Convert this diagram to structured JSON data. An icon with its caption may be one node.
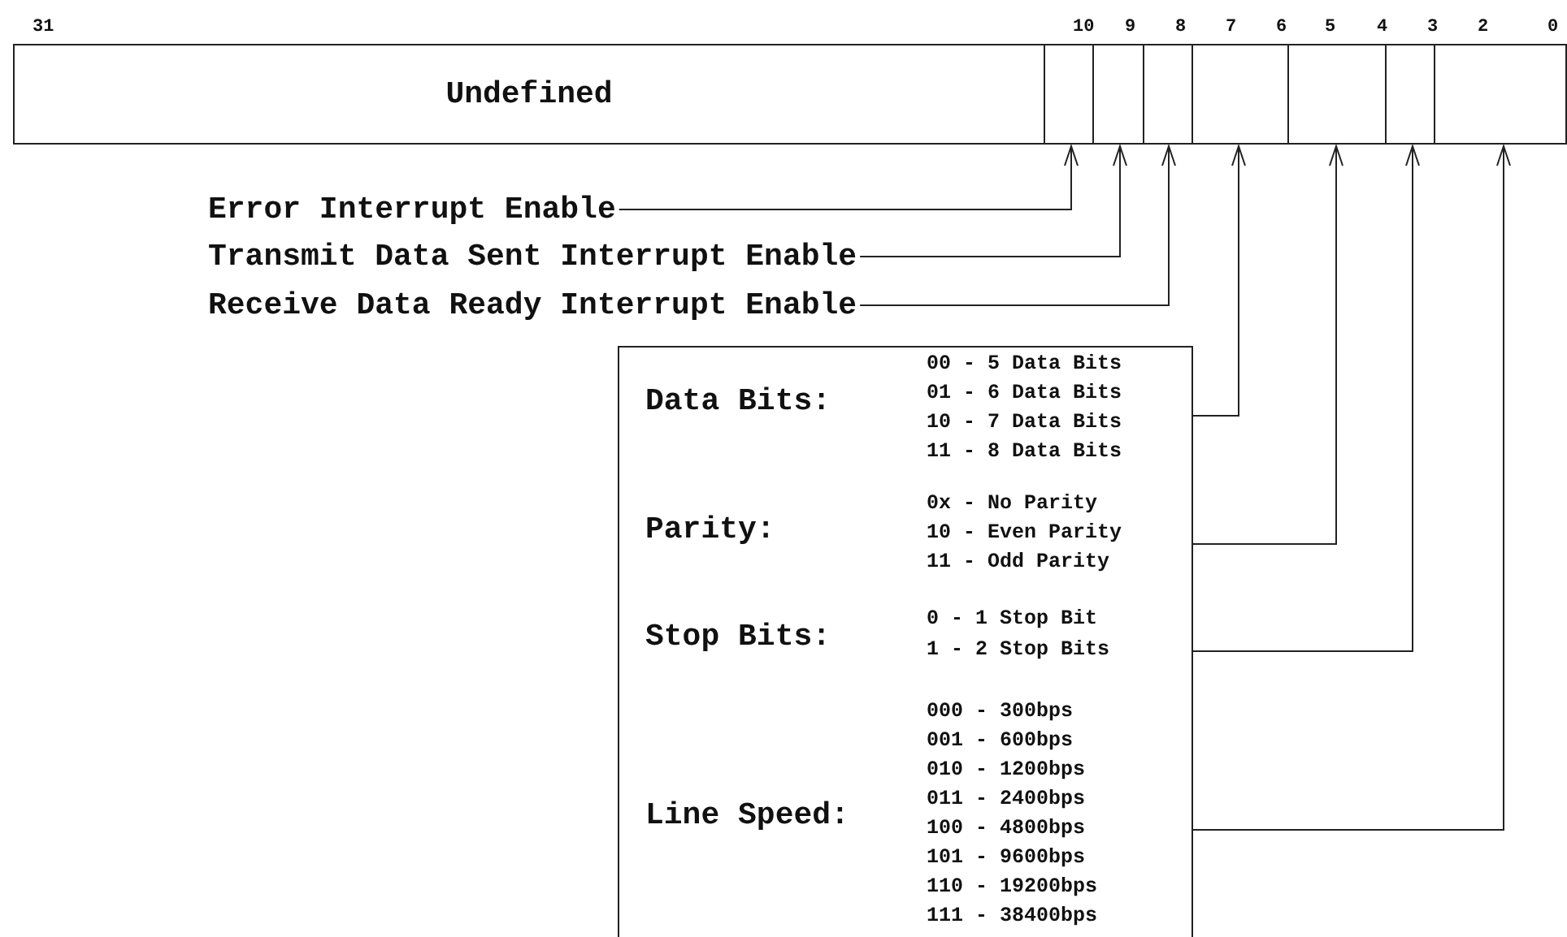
{
  "diagram": {
    "nodes": [
      {
        "text": [
          "Undefined"
        ]
      },
      {
        "text": [],
        "shape": "box"
      },
      {
        "text": [],
        "shape": "box"
      },
      {
        "text": [],
        "shape": "box"
      },
      {
        "text": [],
        "shape": "box"
      },
      {
        "text": [],
        "shape": "box"
      },
      {
        "text": [],
        "shape": "box"
      },
      {
        "text": [],
        "shape": "box"
      },
      {
        "text": [
          "Error Interrupt Enable"
        ]
      },
      {
        "text": [
          "Transmit Data Sent Interrupt Enable"
        ]
      },
      {
        "text": [
          "Receive Data Ready Interrupt Enable"
        ]
      },
      {
        "text": [
          "Data Bits:",
          "00 - 5 Data Bits",
          "01 - 6 Data Bits",
          "10 - 7 Data Bits",
          "11 - 8 Data Bits"
        ]
      },
      {
        "text": [
          "Parity:",
          "0x - No Parity",
          "10 - Even Parity",
          "11 - Odd Parity"
        ]
      },
      {
        "text": [
          "Stop Bits:",
          "0 - 1 Stop Bit",
          "1 - 2 Stop Bits"
        ]
      },
      {
        "text": [
          "Line Speed:",
          "000 - 300bps",
          "001 - 600bps",
          "010 - 1200bps",
          "011 - 2400bps",
          "100 - 4800bps",
          "101 - 9600bps",
          "110 - 19200bps",
          "111 - 38400bps"
        ]
      }
    ],
    "edges": [
      {
        "from": 8,
        "to": 1,
        "arrow": "to"
      },
      {
        "from": 9,
        "to": 2,
        "arrow": "to"
      },
      {
        "from": 10,
        "to": 3,
        "arrow": "to"
      },
      {
        "from": 11,
        "to": 4,
        "arrow": "to"
      },
      {
        "from": 12,
        "to": 5,
        "arrow": "to"
      },
      {
        "from": 13,
        "to": 6,
        "arrow": "to"
      },
      {
        "from": 14,
        "to": 7,
        "arrow": "to"
      }
    ],
    "labels": [
      "31",
      "10",
      "9",
      "8",
      "7",
      "6",
      "5",
      "4",
      "3",
      "2",
      "0"
    ]
  }
}
